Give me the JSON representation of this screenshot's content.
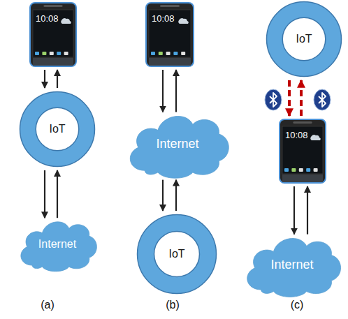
{
  "diagram": {
    "nodes": [
      {
        "text": [
          "10:08"
        ]
      },
      {
        "text": [
          "IoT"
        ]
      },
      {
        "text": [
          "Internet"
        ]
      },
      {
        "text": [
          "10:08"
        ]
      },
      {
        "text": [
          "Internet"
        ]
      },
      {
        "text": [
          "IoT"
        ]
      },
      {
        "text": [
          "IoT"
        ]
      },
      {
        "text": [
          "10:08"
        ]
      },
      {
        "text": [
          "Internet"
        ]
      }
    ],
    "edges": [
      {
        "from": 0,
        "to": 1,
        "arrow": "to"
      },
      {
        "from": 1,
        "to": 0,
        "arrow": "to"
      },
      {
        "from": 1,
        "to": 2,
        "arrow": "to"
      },
      {
        "from": 2,
        "to": 1,
        "arrow": "to"
      },
      {
        "from": 3,
        "to": 4,
        "arrow": "to"
      },
      {
        "from": 4,
        "to": 3,
        "arrow": "to"
      },
      {
        "from": 4,
        "to": 5,
        "arrow": "to"
      },
      {
        "from": 5,
        "to": 4,
        "arrow": "to"
      },
      {
        "from": 6,
        "to": 7,
        "arrow": "to"
      },
      {
        "from": 7,
        "to": 6,
        "arrow": "to"
      },
      {
        "from": 7,
        "to": 8,
        "arrow": "to"
      },
      {
        "from": 8,
        "to": 7,
        "arrow": "to"
      }
    ],
    "labels": [
      "(a)",
      "(b)",
      "(c)"
    ]
  }
}
